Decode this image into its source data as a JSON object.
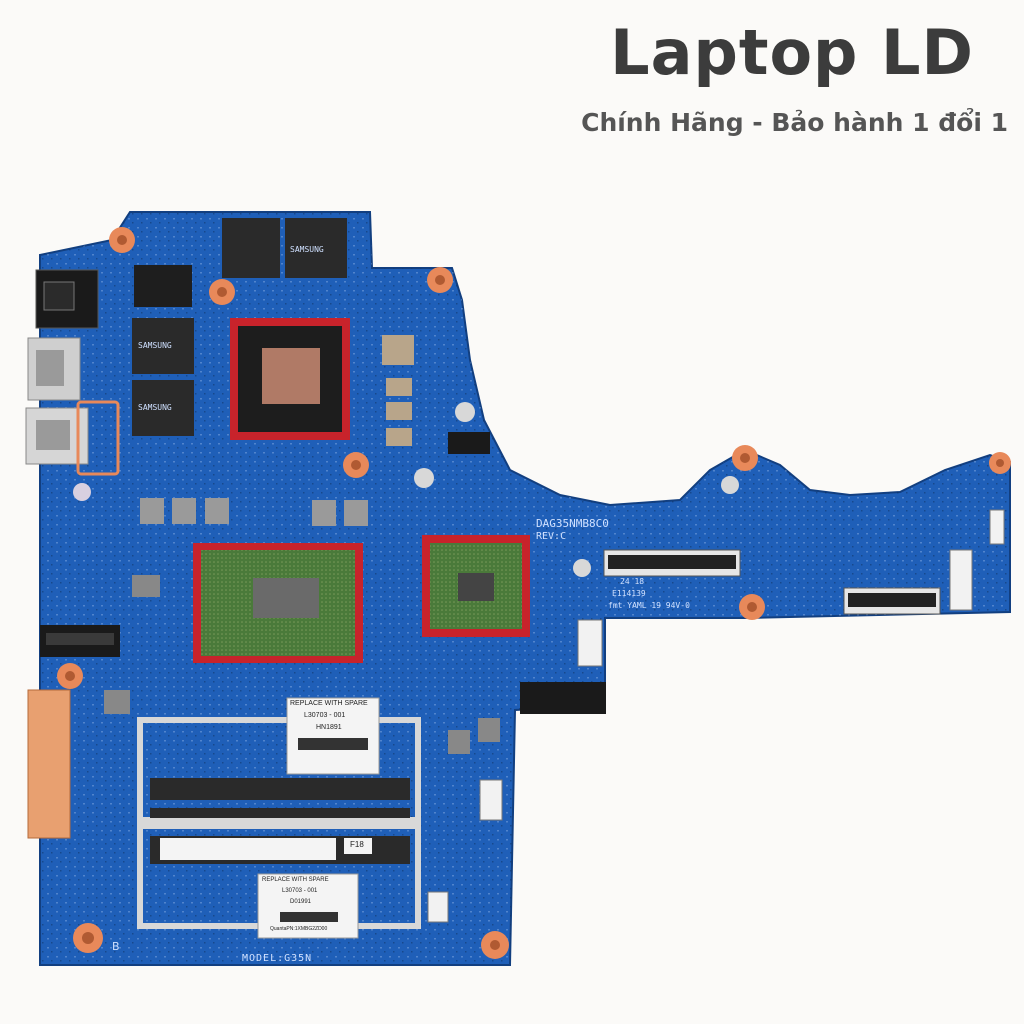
{
  "brand": {
    "title": "Laptop LD",
    "subtitle": "Chính Hãng - Bảo hành 1 đổi 1"
  },
  "board": {
    "silkscreen_model": "DAG35NMB8C0",
    "silkscreen_rev": "REV:C",
    "silkscreen_bottom": "MODEL:G35N",
    "silkscreen_date": "24 18",
    "silkscreen_lot": "E114139",
    "silkscreen_ul": "fmt YAML 19 94V-0",
    "silkscreen_b": "B",
    "label_top": {
      "line1": "REPLACE WITH SPARE",
      "line2": "L30703 - 001",
      "line3": "HN1891"
    },
    "label_bottom": {
      "line1": "REPLACE WITH SPARE",
      "line2": "L30703 - 001",
      "line3": "D01991",
      "line4": "QuantaPN:1XMBG2ZD00"
    },
    "dimm_label": "F18",
    "ram_chip_text": "SAMSUNG",
    "colors": {
      "pcb": "#1f5fb8",
      "pcb_dark": "#174d97",
      "thermal_pad": "#c8232b",
      "mount_pad": "#e8895a",
      "brand_text": "#3c3c3c"
    }
  }
}
